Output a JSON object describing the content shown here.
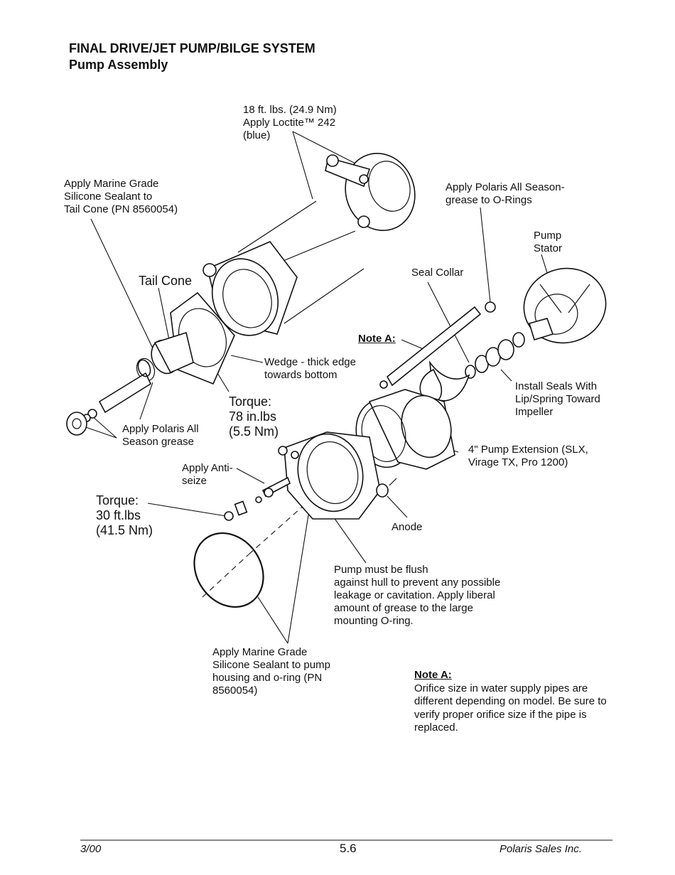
{
  "header": {
    "title_line1": "FINAL DRIVE/JET PUMP/BILGE SYSTEM",
    "title_line2": "Pump Assembly"
  },
  "callouts": {
    "torque_18": "18 ft. lbs. (24.9 Nm)\nApply Loctite™ 242\n(blue)",
    "marine_tail": "Apply Marine Grade\nSilicone Sealant to\nTail Cone (PN 8560054)",
    "polaris_orings": "Apply Polaris All Season-\ngrease to O-Rings",
    "pump_stator": "Pump\nStator",
    "seal_collar": "Seal Collar",
    "tail_cone": "Tail Cone",
    "note_a_label": "Note A:",
    "wedge": "Wedge - thick edge\ntowards bottom",
    "install_seals": "Install Seals With\nLip/Spring Toward\nImpeller",
    "torque_78": "Torque:\n78 in.lbs\n(5.5 Nm)",
    "polaris_grease": "Apply Polaris All\nSeason grease",
    "pump_extension": "4\" Pump Extension (SLX,\nVirage TX, Pro 1200)",
    "anti_seize": "Apply Anti-\nseize",
    "torque_30": "Torque:\n30 ft.lbs\n(41.5 Nm)",
    "anode": "Anode",
    "pump_flush": "Pump must be flush\nagainst hull to prevent any possible\nleakage or cavitation.  Apply liberal\namount of grease to the large\nmounting O-ring.",
    "marine_pump": "Apply Marine Grade\nSilicone Sealant to pump\nhousing and o-ring (PN\n8560054)"
  },
  "note": {
    "heading": "Note A:",
    "body": "Orifice size in water supply pipes are different depending on model.  Be sure to verify proper orifice size if the pipe is replaced."
  },
  "footer": {
    "date": "3/00",
    "page": "5.6",
    "company": "Polaris Sales Inc."
  }
}
